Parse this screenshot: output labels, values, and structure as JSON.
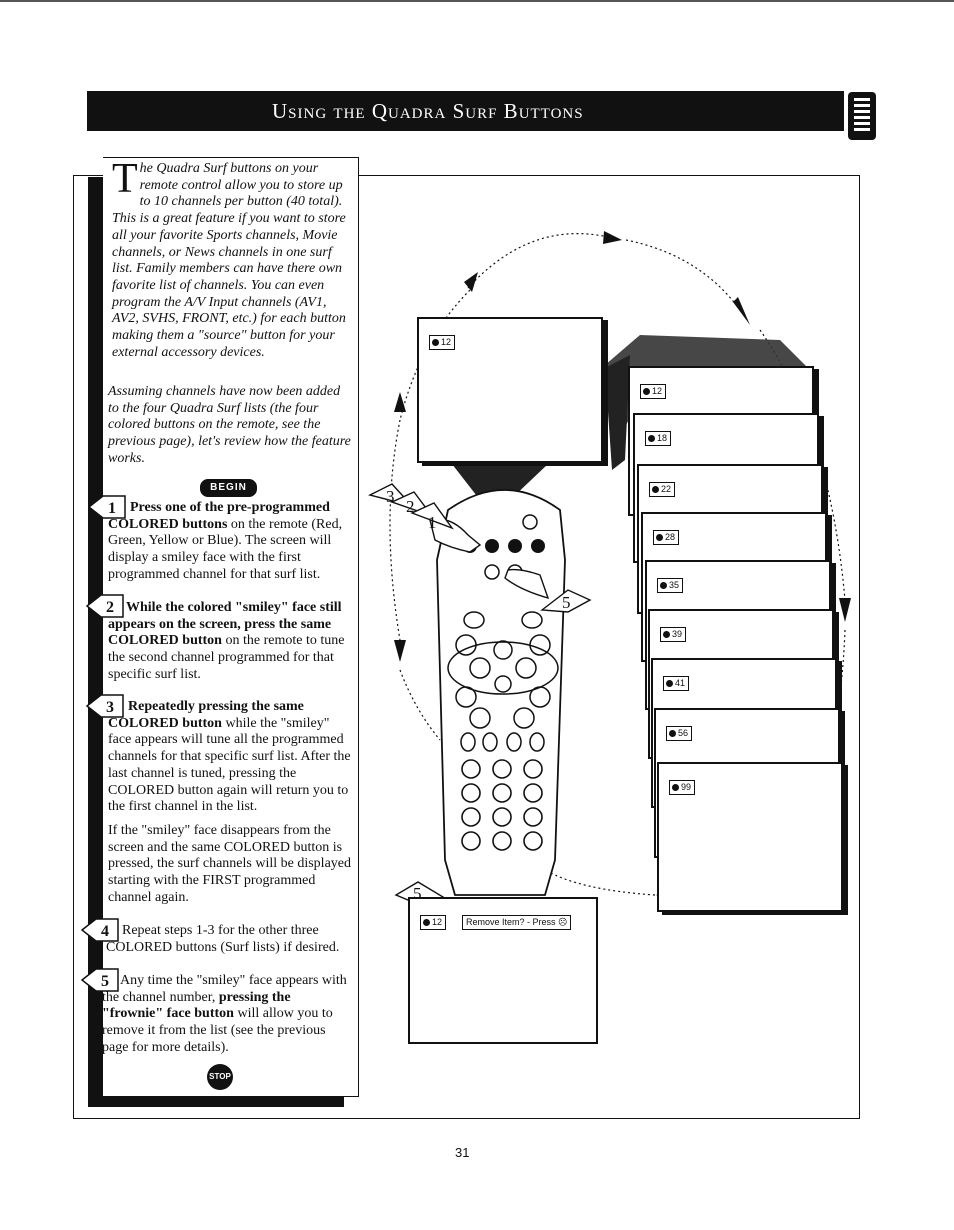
{
  "header": {
    "title": "Using the Quadra Surf Buttons",
    "icon": "remote-control-icon"
  },
  "intro": {
    "drop_cap": "T",
    "text": "he Quadra Surf buttons on your remote control allow you to store up to 10 channels per button (40 total). This is a great feature if you want to store all your favorite Sports channels, Movie channels, or News channels in one surf list. Family members can have there own favorite list of channels. You can even program the A/V Input channels (AV1, AV2, SVHS, FRONT, etc.) for each button making them a \"source\" button for your external accessory devices."
  },
  "assumption": "Assuming channels have now been added to the four Quadra Surf lists (the four colored buttons on the remote, see the previous page), let's review how the feature works.",
  "begin_label": "BEGIN",
  "steps": [
    {
      "number": "1",
      "bold": "Press one of the pre-programmed COLORED buttons",
      "text": " on the remote (Red, Green, Yellow or Blue). The screen will display a smiley face with the first programmed channel for that surf list."
    },
    {
      "number": "2",
      "bold": "While the colored \"smiley\" face still appears on the screen, press the same COLORED button",
      "text": " on the remote to tune the second channel programmed for that specific surf list."
    },
    {
      "number": "3",
      "bold": "Repeatedly pressing the same COLORED button",
      "text": " while the \"smiley\" face appears will tune all the programmed channels for that specific surf list. After the last channel is tuned, pressing the COLORED button again will return you to the first channel in the list.",
      "extra": "If the \"smiley\" face disappears from the screen and the same COLORED button is pressed, the surf channels will be displayed starting with the FIRST programmed channel again."
    },
    {
      "number": "4",
      "text": "Repeat steps 1-3 for the other three COLORED buttons (Surf lists) if desired."
    },
    {
      "number": "5",
      "text_a": "Any time the \"smiley\" face appears with the channel number, ",
      "bold": "pressing the \"frownie\" face button",
      "text_b": " will allow you to remove it from the list (see the previous page for more details)."
    }
  ],
  "stop_label": "STOP",
  "page_number": "31",
  "illustration": {
    "first_channel": "12",
    "stacked_channels": [
      "12",
      "18",
      "22",
      "28",
      "35",
      "39",
      "41",
      "56",
      "99"
    ],
    "remove_screen": {
      "channel": "12",
      "message": "Remove Item? - Press"
    },
    "callouts": [
      "3",
      "2",
      "1",
      "5",
      "5"
    ]
  }
}
